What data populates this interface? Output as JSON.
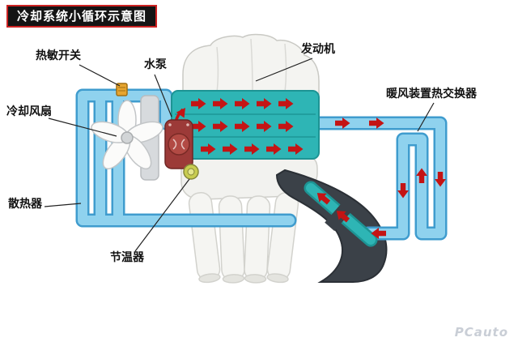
{
  "page": {
    "title": "冷却系统小循环示意图",
    "watermark": "PCauto"
  },
  "labels": {
    "thermal_switch": "热敏开关",
    "water_pump": "水泵",
    "engine": "发动机",
    "heater_exchanger": "暖风装置热交换器",
    "cooling_fan": "冷却风扇",
    "radiator": "散热器",
    "thermostat": "节温器"
  },
  "colors": {
    "title_bg": "#141414",
    "title_text": "#ffffff",
    "title_border": "#cc2222",
    "pipe_fill": "#8fd2ee",
    "pipe_outline": "#3f9cce",
    "coolant_jacket": "#2eb5b5",
    "flow_arrow": "#c41414",
    "engine_body": "#f4f4f1",
    "exhaust_manifold": "#3b4148",
    "water_pump": "#9c3a38",
    "thermostat": "#c8cc50",
    "thermal_switch": "#e7a52e",
    "label_text": "#111111"
  }
}
